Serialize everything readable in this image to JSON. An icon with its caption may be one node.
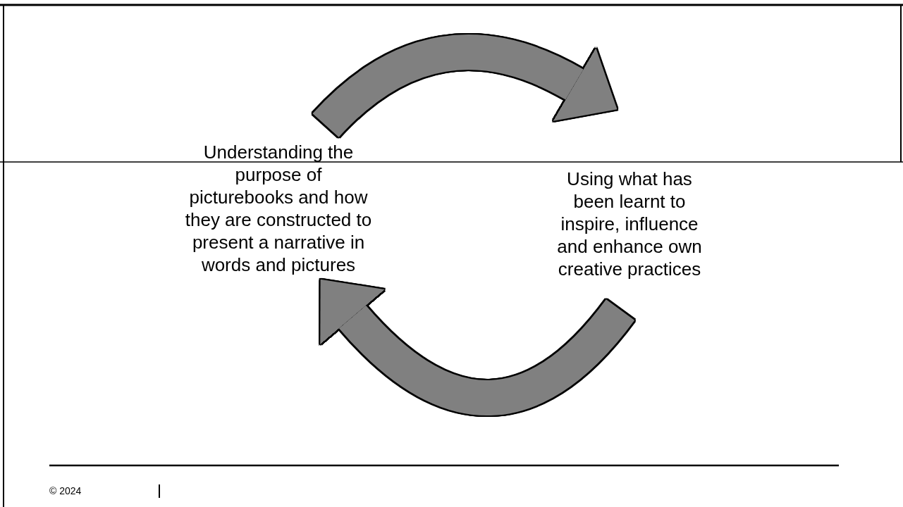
{
  "diagram": {
    "nodes": [
      {
        "text": [
          "Understanding the purpose of picturebooks and how they are constructed to present a narrative in words and pictures"
        ]
      },
      {
        "text": [
          "Using what has been learnt to inspire, influence and enhance own creative practices"
        ]
      }
    ],
    "edges": [
      {
        "from": 0,
        "to": 1,
        "arrow": "to"
      },
      {
        "from": 1,
        "to": 0,
        "arrow": "to"
      }
    ],
    "labels": [
      "© 2024"
    ]
  }
}
